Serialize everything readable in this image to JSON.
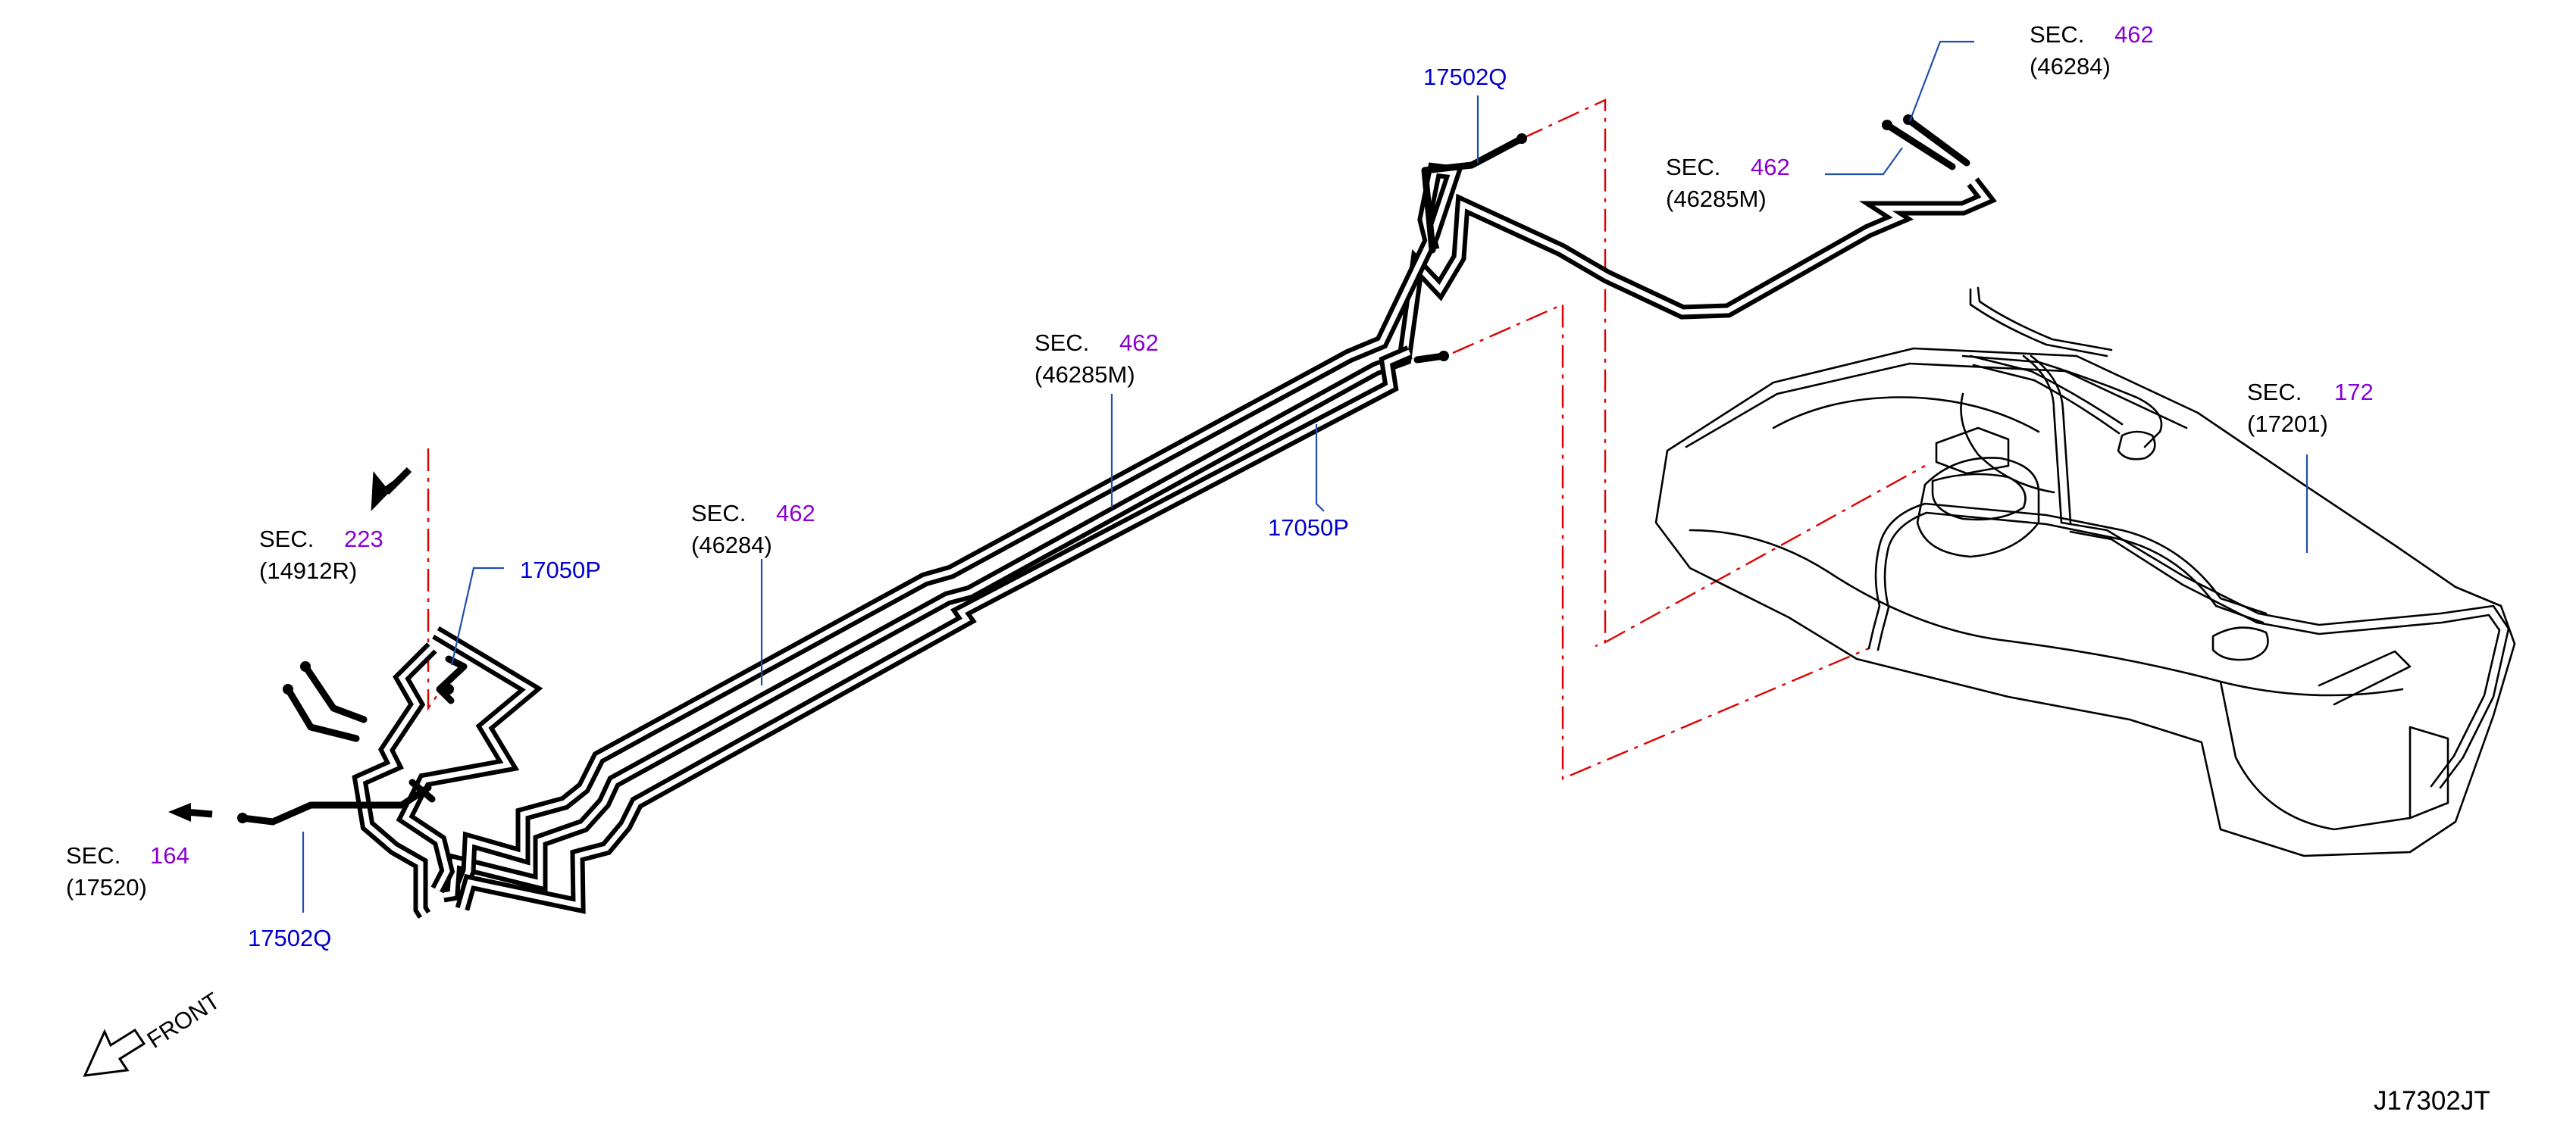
{
  "callouts": {
    "sec_462_46284_top": {
      "sec": "SEC.",
      "num": "462",
      "part": "(46284)"
    },
    "sec_462_46285m_top": {
      "sec": "SEC.",
      "num": "462",
      "part": "(46285M)"
    },
    "sec_462_46285m_mid": {
      "sec": "SEC.",
      "num": "462",
      "part": "(46285M)"
    },
    "sec_462_46284_mid": {
      "sec": "SEC.",
      "num": "462",
      "part": "(46284)"
    },
    "sec_223": {
      "sec": "SEC.",
      "num": "223",
      "part": "(14912R)"
    },
    "sec_164": {
      "sec": "SEC.",
      "num": "164",
      "part": "(17520)"
    },
    "sec_172": {
      "sec": "SEC.",
      "num": "172",
      "part": "(17201)"
    }
  },
  "part_labels": {
    "p17502q_top": "17502Q",
    "p17050p_mid": "17050P",
    "p17050p_left": "17050P",
    "p17502q_bottom": "17502Q"
  },
  "front_label": "FRONT",
  "diagram_code": "J17302JT",
  "colors": {
    "part_number": "#0000cc",
    "section_number": "#8a00d4",
    "centerline": "#e00000",
    "leader": "#1f4fae"
  }
}
